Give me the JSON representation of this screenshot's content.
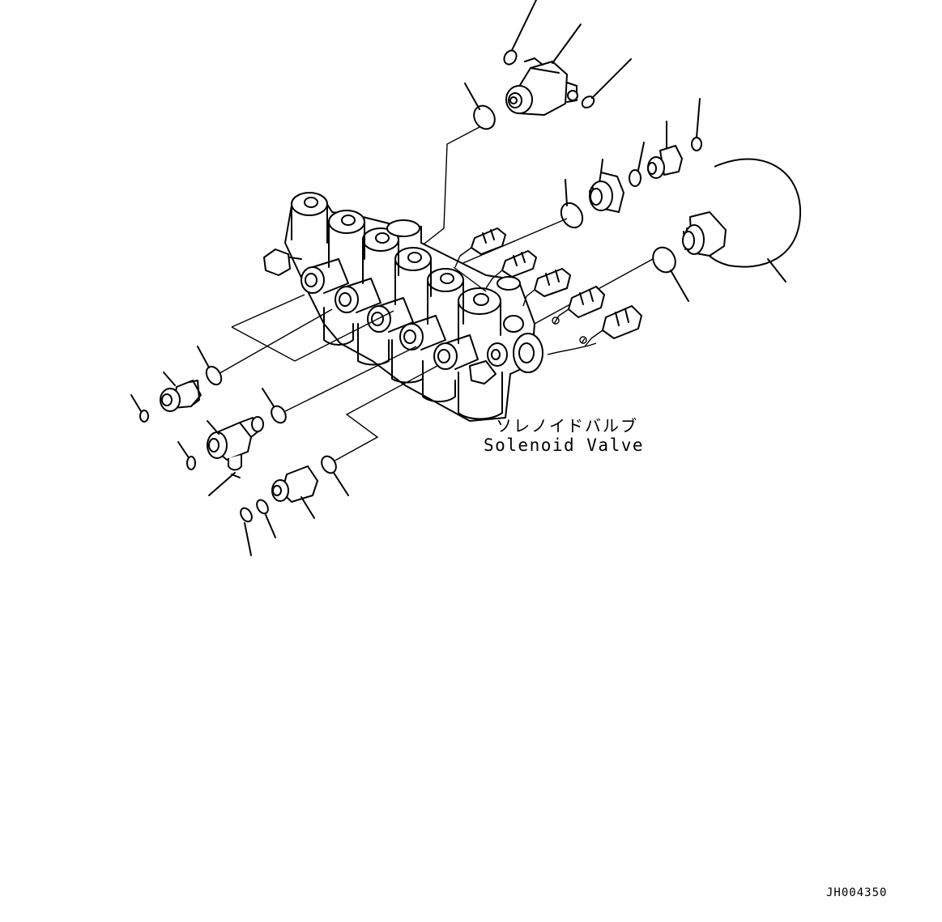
{
  "labels": {
    "title_jp": "ソレノイドバルブ",
    "title_en": "Solenoid Valve"
  },
  "drawing_number": "JH004350",
  "colors": {
    "line": "#000000",
    "background": "#ffffff"
  }
}
